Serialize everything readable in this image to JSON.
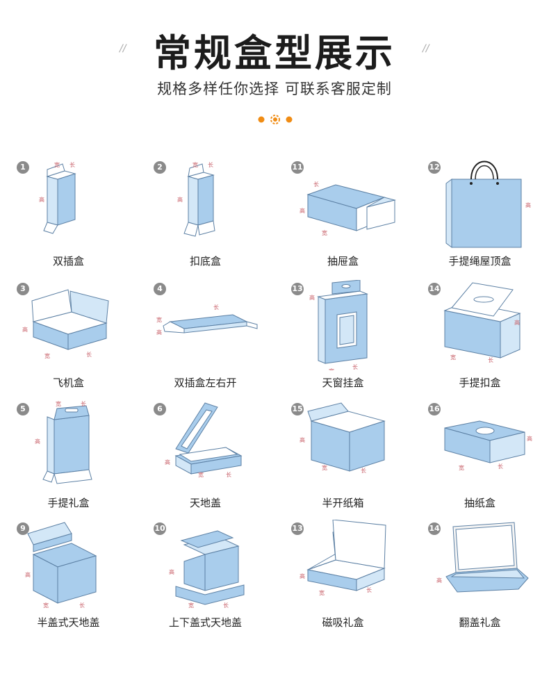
{
  "header": {
    "title": "常规盒型展示",
    "subtitle": "规格多样任你选择 可联系客服定制",
    "slash_left": "//",
    "slash_right": "//"
  },
  "colors": {
    "accent": "#f08c14",
    "box_blue": "#a9cdec",
    "box_edge": "#5b7fa3",
    "dim_mark": "#c8616a"
  },
  "dim_labels": {
    "length": "长",
    "width": "宽",
    "height": "高"
  },
  "boxes": [
    {
      "num": "1",
      "label": "双插盒",
      "icon": "double-tuck-box"
    },
    {
      "num": "2",
      "label": "扣底盒",
      "icon": "lock-bottom-box"
    },
    {
      "num": "11",
      "label": "抽屉盒",
      "icon": "drawer-box"
    },
    {
      "num": "12",
      "label": "手提绳屋顶盒",
      "icon": "rope-handle-bag"
    },
    {
      "num": "3",
      "label": "飞机盒",
      "icon": "mailer-box"
    },
    {
      "num": "4",
      "label": "双插盒左右开",
      "icon": "side-tuck-box"
    },
    {
      "num": "13",
      "label": "天窗挂盒",
      "icon": "window-hang-box"
    },
    {
      "num": "14",
      "label": "手提扣盒",
      "icon": "handle-lock-box"
    },
    {
      "num": "5",
      "label": "手提礼盒",
      "icon": "handle-gift-box"
    },
    {
      "num": "6",
      "label": "天地盖",
      "icon": "lid-base-box"
    },
    {
      "num": "15",
      "label": "半开纸箱",
      "icon": "half-open-carton"
    },
    {
      "num": "16",
      "label": "抽纸盒",
      "icon": "tissue-box"
    },
    {
      "num": "9",
      "label": "半盖式天地盖",
      "icon": "half-lid-box"
    },
    {
      "num": "10",
      "label": "上下盖式天地盖",
      "icon": "top-bottom-lid-box"
    },
    {
      "num": "13",
      "label": "磁吸礼盒",
      "icon": "magnetic-gift-box"
    },
    {
      "num": "14",
      "label": "翻盖礼盒",
      "icon": "flip-lid-gift-box"
    }
  ]
}
